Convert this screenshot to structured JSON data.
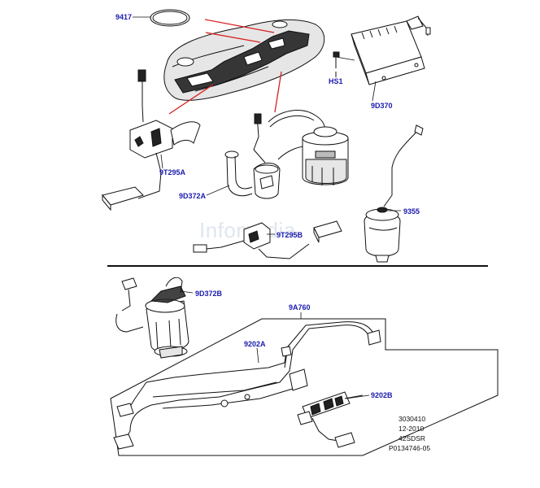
{
  "watermark": "Infomedia",
  "callouts": {
    "c9417": "9417",
    "hs1": "HS1",
    "c9d370": "9D370",
    "c9t295a": "9T295A",
    "c9d372a": "9D372A",
    "c9355": "9355",
    "c9t295b": "9T295B",
    "c9d372b": "9D372B",
    "c9a760": "9A760",
    "c9202a": "9202A",
    "c9202b": "9202B"
  },
  "footer": {
    "line1": "3030410",
    "line2": "12-2010",
    "line3": "42SDSR",
    "line4": "P0134746-05"
  },
  "colors": {
    "callout": "#1a1ab0",
    "leader": "#d92020"
  }
}
